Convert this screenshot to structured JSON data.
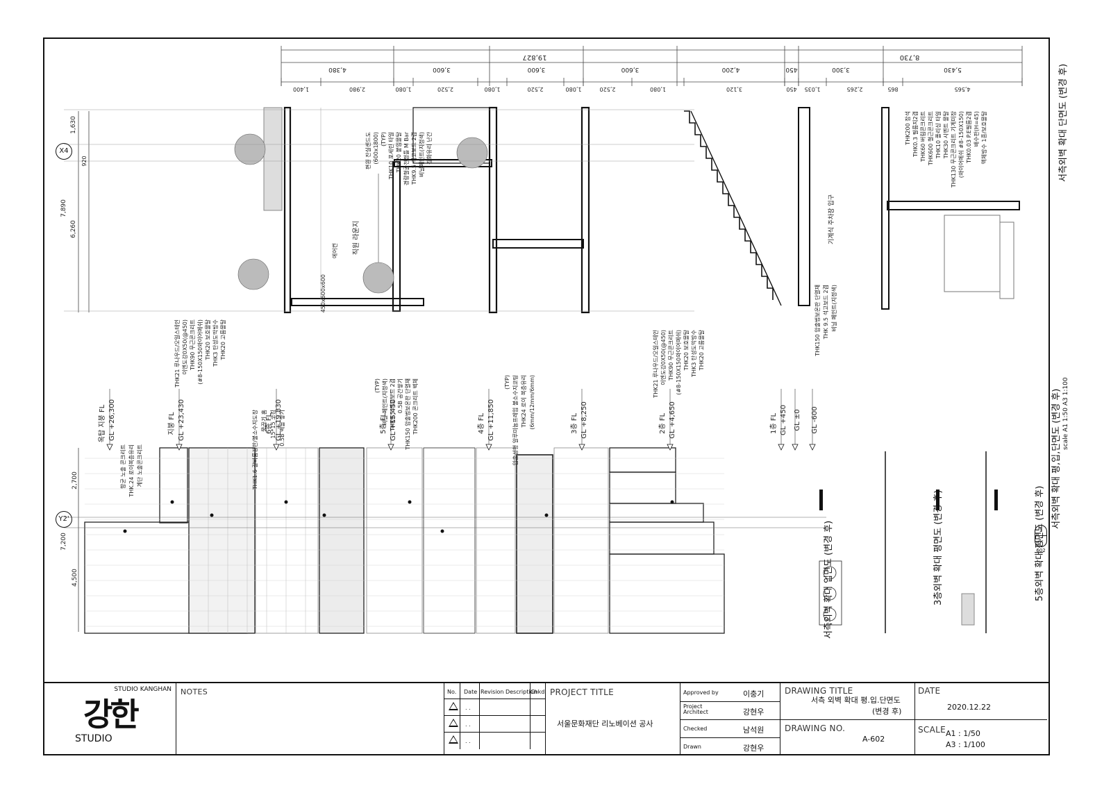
{
  "drawing": {
    "top_dims": {
      "total": "19,827",
      "right_total": "8,730",
      "primary": [
        "4,380",
        "3,600",
        "3,600",
        "3,600",
        "4,200",
        "450",
        "3,300",
        "5,430"
      ],
      "secondary": [
        "1,400",
        "2,980",
        "1,080",
        "2,520",
        "1,080",
        "2,520",
        "1,080",
        "2,520",
        "1,080",
        "3,120",
        "450",
        "1,035",
        "2,265",
        "865",
        "4,565"
      ]
    },
    "left_dims": {
      "grid_x4": "X4",
      "grid_y2": "Y2'",
      "upper": [
        "1,630",
        "920",
        "7,890",
        "6,260"
      ],
      "lower": [
        "2,700",
        "7,200",
        "4,500"
      ]
    },
    "levels": [
      {
        "fl": "옥탑 지붕 FL",
        "gl": "GL +26,300"
      },
      {
        "fl": "지붕 FL",
        "gl": "GL +23,430"
      },
      {
        "fl": "6층 FL",
        "gl": "GL +19,830"
      },
      {
        "fl": "5층 FL",
        "gl": "GL +15,450"
      },
      {
        "fl": "4층 FL",
        "gl": "GL +11,850"
      },
      {
        "fl": "3층 FL",
        "gl": "GL +8,250"
      },
      {
        "fl": "2층 FL",
        "gl": "GL +4,650"
      },
      {
        "fl": "1층 FL",
        "gl": "GL +450"
      },
      {
        "fl": "",
        "gl": "GL ±0"
      },
      {
        "fl": "",
        "gl": "GL -600"
      }
    ],
    "notes_left": [
      "THK21 루나우드/오일스테인",
      "이엔도강0X50(@450)",
      "THK90 무근콘크리트",
      "(#8-150X150와이어메쉬)",
      "THK20 보호몰탈",
      "THK3 탄성도막방수",
      "THK20 고름몰탈"
    ],
    "notes_gutter": [
      "THK1.6 갈바륨강판/불소수지도장",
      "물끊기 홈",
      "15*15 코킹",
      "0.5B 벽돌 쌓기"
    ],
    "notes_room": [
      "직원 라운지",
      "에어컨",
      "450x600x600"
    ],
    "notes_wall": [
      "(TYP)",
      "비닐 페인트(지정색)",
      "THK9.5 석고보드 2겹",
      "0.5B 공간쌓기",
      "THK150 압출법보온판 단열재",
      "THK200 콘크리트 벽체"
    ],
    "notes_glass": [
      "(TYP)",
      "압출성형 알루미늄프레임 불소수지코팅",
      "THK24 로이 복층유리",
      "(6mm/12mm/6mm)"
    ],
    "notes_window": [
      "편원 잔실센드도",
      "(600x1800)",
      "(TYP)",
      "THK10 포세린 타일",
      "THK20 붙임몰탈",
      "경량철골천정틀 M Bar",
      "THK9.5 석고보드 2겹",
      "비닐페인트(지정색)",
      "강화유리 난간"
    ],
    "notes_stair": [
      "THK21 루나우드/오일스테인",
      "이엔도강0X50(@450)",
      "THK90 무근콘크리트",
      "(#8-150X150와이어메쉬)",
      "THK20 보호몰탈",
      "THK3 탄성도막방수",
      "THK20 고름몰탈"
    ],
    "notes_stair2": [
      "THK150 압출법보온판 단열재",
      "THK 9.5 석고보드 2겹",
      "비닐 페인트(지정색)"
    ],
    "notes_parking": [
      "기계식 주차장 입구"
    ],
    "notes_right": [
      "THK200 잡석",
      "THK0.3 필름지2겹",
      "THK60 버림콘크리트",
      "THK600 철근콘크리트",
      "THK10 폴리싱 타일",
      "THK30 시멘트 몰탈",
      "THK130 무근콘크리트 기계미장",
      "(와이어메쉬 #8-150X150)",
      "THK0.03 P.E필름2겹",
      "배수판(H=45)",
      "액체방수 1종/보호몰탈"
    ],
    "notes_facade": [
      "항균 노출 콘크리트",
      "THK.24 로이복층유리",
      "계단 노출콘크리트"
    ],
    "view_titles": {
      "section_right": "서측외벽 확대 단면도 (변경 후)",
      "plan_sheet": "서측외벽 확대 평,입,단면도 (변경 후)",
      "scale_note": "scale A1 1:50 A3 1:100",
      "elevation": "서측외벽 확대 입면도 (변경 후)",
      "plan3": "3층외벽 확대 평면도 (변경 후)",
      "plan5": "5층외벽 확대 평면도 (변경 후)",
      "bubble_no": "1",
      "bubble_ref": "A-602"
    }
  },
  "title_block": {
    "studio_name": "STUDIO KANGHAN",
    "logo_main": "강한",
    "logo_sub": "STUDIO",
    "notes_label": "NOTES",
    "rev_headers": [
      "No.",
      "Date",
      "Revision Description",
      "Chkd."
    ],
    "rev_dots": [
      ". .",
      ". .",
      ". ."
    ],
    "project_title_label": "PROJECT TITLE",
    "project_title": "서울문화재단 리노베이션 공사",
    "approved_by_label": "Approved by",
    "approved_by": "이충기",
    "project_architect_label": "Project Architect",
    "project_architect": "강현우",
    "checked_label": "Checked",
    "checked": "남석원",
    "drawn_label": "Drawn",
    "drawn": "강현우",
    "drawing_title_label": "DRAWING TITLE",
    "drawing_title_1": "서측 외벽 확대 평.입.단면도",
    "drawing_title_2": "(변경 후)",
    "drawing_no_label": "DRAWING NO.",
    "drawing_no": "A-602",
    "date_label": "DATE",
    "date": "2020.12.22",
    "scale_label": "SCALE",
    "scale_a1": "A1 : 1/50",
    "scale_a3": "A3 : 1/100"
  }
}
